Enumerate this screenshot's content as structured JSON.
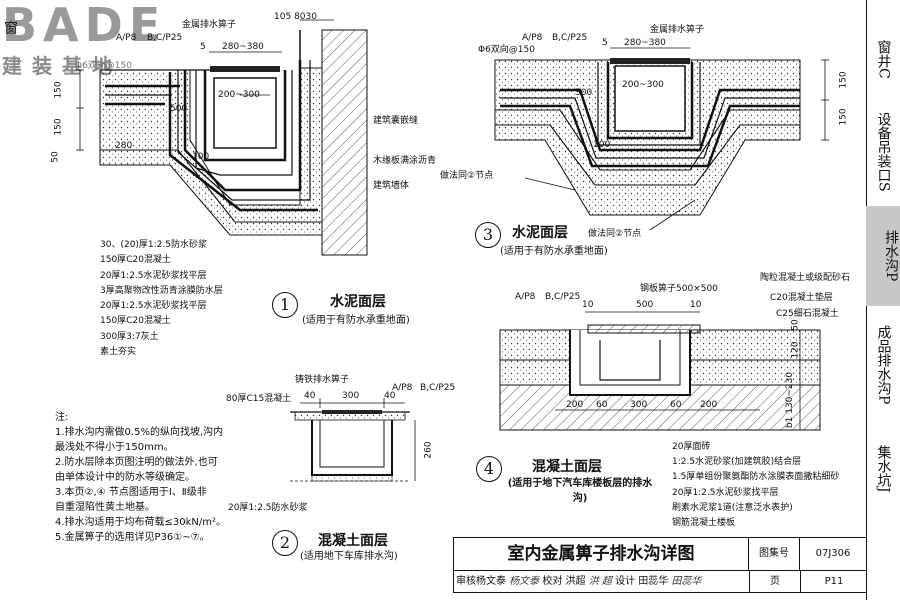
{
  "logo": {
    "brand": "BADE",
    "subtitle": "建装基地"
  },
  "right_sidebar": {
    "items": [
      {
        "label": "窗井C",
        "active": false
      },
      {
        "label": "设备吊装口S",
        "active": false
      },
      {
        "label": "排水沟P",
        "active": true
      },
      {
        "label": "成品排水沟P",
        "active": false
      },
      {
        "label": "集水坑J",
        "active": false
      }
    ]
  },
  "left_sidebar": {
    "visible": "窗"
  },
  "sections": {
    "s1": {
      "num": "1",
      "title": "水泥面层",
      "subtitle": "(适用于有防水承重地面)"
    },
    "s2": {
      "num": "2",
      "title": "混凝土面层",
      "subtitle": "(适用地下车库排水沟)"
    },
    "s3": {
      "num": "3",
      "title": "水泥面层",
      "subtitle": "(适用于有防水承重地面)"
    },
    "s4": {
      "num": "4",
      "title": "混凝土面层",
      "subtitle": "(适用于地下汽车库楼板层的排水沟)"
    }
  },
  "detail1": {
    "ref": {
      "a": "A",
      "a2": "P8",
      "b": "B,C",
      "b2": "P25"
    },
    "grate": "金属排水箅子",
    "dims": {
      "top": "105",
      "top2": "80",
      "top3": "30",
      "w": "280~380",
      "inner": "200~300",
      "d500": "500",
      "d280": "280",
      "d100": "100",
      "h150": "150",
      "h150b": "150",
      "h50": "50",
      "s5": "5"
    },
    "rebar": "Φ6双向@150",
    "right_labels": [
      "建筑囊嵌缝",
      "木缘板满涂沥青",
      "建筑墙体"
    ],
    "layers": [
      "30、(20)厚1:2.5防水砂浆",
      "150厚C20混凝土",
      "20厚1:2.5水泥砂浆找平层",
      "3厚高聚物改性沥青涂膜防水层",
      "20厚1:2.5水泥砂浆找平层",
      "150厚C20混凝土",
      "300厚3:7灰土",
      "素土夯实"
    ]
  },
  "detail2": {
    "grate": "铸铁排水箅子",
    "concrete": "80厚C15混凝土",
    "ref": {
      "a": "A",
      "a2": "P8",
      "b": "B,C",
      "b2": "P25"
    },
    "dims": {
      "w1": "40",
      "w2": "300",
      "w3": "40",
      "h": "260"
    },
    "mortar": "20厚1:2.5防水砂浆"
  },
  "detail3": {
    "ref": {
      "a": "A",
      "a2": "P8",
      "b": "B,C",
      "b2": "P25"
    },
    "grate": "金属排水箅子",
    "rebar": "Φ6双向@150",
    "dims": {
      "w": "280~380",
      "inner": "200~300",
      "d500": "500",
      "d100": "100",
      "h150": "150",
      "h150b": "150",
      "s5": "5"
    },
    "note_left": "做法同②节点",
    "note_bottom": "做法同②节点"
  },
  "detail4": {
    "ref": {
      "a": "A",
      "a2": "P8",
      "b": "B,C",
      "b2": "P25"
    },
    "grate": "钢板箅子500×500",
    "right_labels": [
      "陶粒混凝土或级配砂石",
      "C20混凝土垫层",
      "C25细石混凝土"
    ],
    "dims": {
      "d10a": "10",
      "d500": "500",
      "d10b": "10",
      "d200a": "200",
      "d60a": "60",
      "d300": "300",
      "d60b": "60",
      "d200b": "200",
      "h50": "50",
      "h120": "120",
      "hb": "b1 130~230"
    },
    "layers": [
      "20厚面砖",
      "1:2.5水泥砂浆(加建筑胶)结合层",
      "1.5厚单组份聚氨酯防水涂膜表面撒粘细砂",
      "20厚1:2.5水泥砂浆找平层",
      "刷素水泥浆1道(注意泛水表护)",
      "钢筋混凝土楼板"
    ]
  },
  "notes": {
    "heading": "注:",
    "lines": [
      "1.排水沟内需做0.5%的纵向找坡,沟内",
      "  最浅处不得小于150mm。",
      "2.防水层除本页图注明的做法外,也可",
      "  由单体设计中的防水等级确定。",
      "3.本页②,④ 节点图适用于Ⅰ、Ⅱ级非",
      "  自重湿陷性黄土地基。",
      "4.排水沟适用于均布荷载≤30kN/m²。",
      "5.金属箅子的选用详见P36①~⑦。"
    ]
  },
  "title_block": {
    "title": "室内金属箅子排水沟详图",
    "atlas_label": "图集号",
    "atlas": "07J306",
    "review": "审核杨文泰",
    "review_sign": "杨文泰",
    "check": "校对 洪超",
    "check_sign": "洪 超",
    "design": "设计 田蕊华",
    "design_sign": "田蕊华",
    "page_label": "页",
    "page": "P11"
  }
}
